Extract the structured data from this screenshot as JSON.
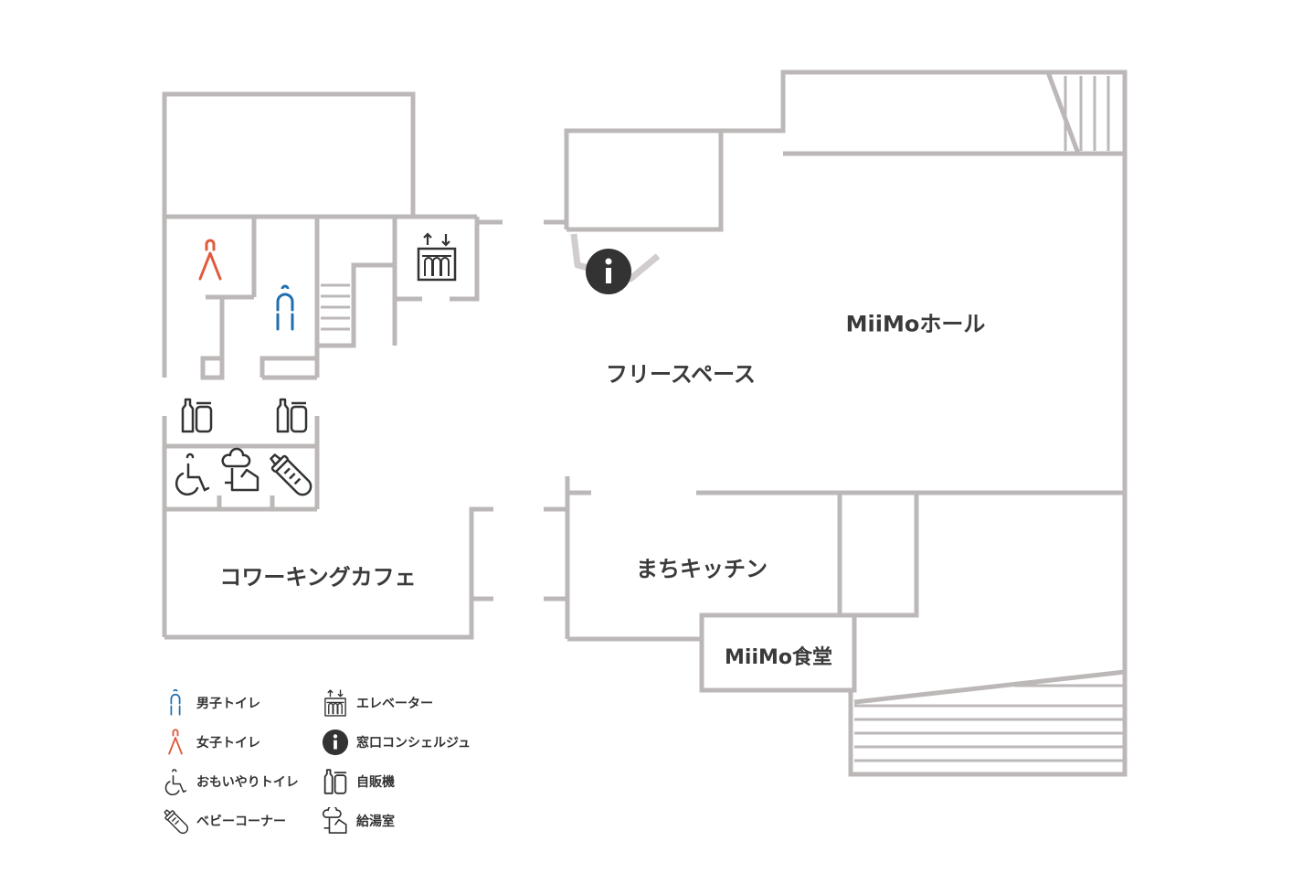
{
  "rooms": {
    "hall": "MiiMoホール",
    "free_space": "フリースペース",
    "coworking_cafe": "コワーキングカフェ",
    "machi_kitchen": "まちキッチン",
    "miimo_dining": "MiiMo食堂"
  },
  "legend": {
    "mens_toilet": "男子トイレ",
    "womens_toilet": "女子トイレ",
    "accessible_toilet": "おもいやりトイレ",
    "baby_corner": "ベビーコーナー",
    "elevator": "エレベーター",
    "concierge": "窓口コンシェルジュ",
    "vending_machine": "自販機",
    "kitchenette": "給湯室"
  },
  "colors": {
    "wall": "#bdb8b8",
    "mens": "#1f6fb0",
    "womens": "#e05a3e",
    "icon": "#333333",
    "text": "#3a3a3a"
  },
  "icons": {
    "mens_toilet": "male-toilet-icon",
    "womens_toilet": "female-toilet-icon",
    "accessible_toilet": "wheelchair-icon",
    "baby_corner": "baby-bottle-icon",
    "elevator": "elevator-icon",
    "concierge": "info-icon",
    "vending_machine": "vending-machine-icon",
    "kitchenette": "kitchenette-icon"
  }
}
